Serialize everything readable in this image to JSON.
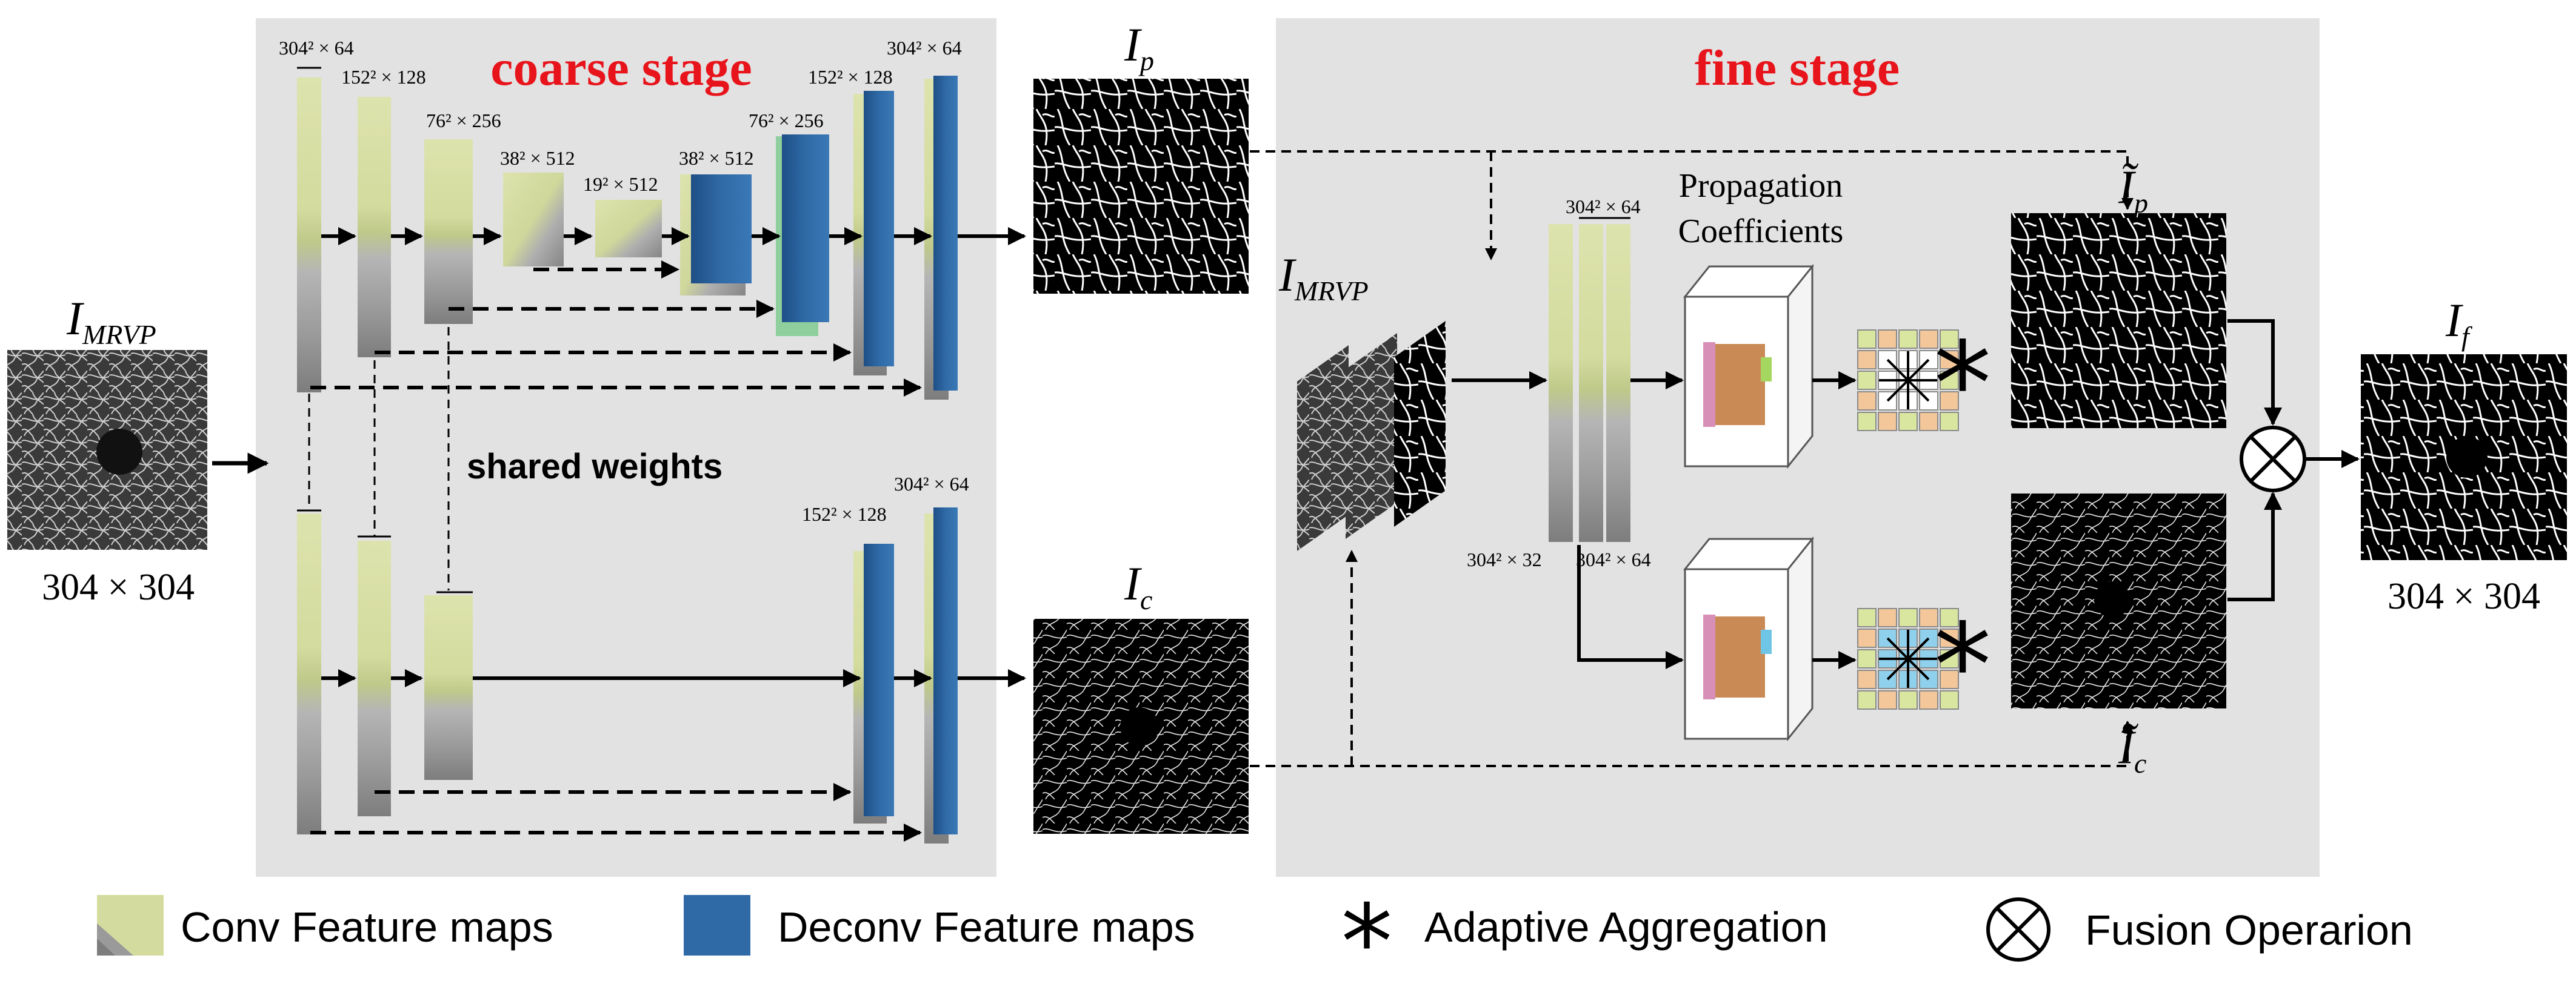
{
  "stages": {
    "coarse_title": "coarse stage",
    "fine_title": "fine stage",
    "title_color": "#e8141b",
    "panel_color": "#e2e2e2"
  },
  "images": {
    "input_label": "I",
    "input_sub": "MRVP",
    "input_size": "304 × 304",
    "ip_label": "I",
    "ip_sub": "p",
    "ic_label": "I",
    "ic_sub": "c",
    "fine_input_label": "I",
    "fine_input_sub": "MRVP",
    "ip_tilde_label": "Ĩ",
    "ip_tilde_sub": "p",
    "ic_tilde_label": "Ĩ",
    "ic_tilde_sub": "c",
    "if_label": "I",
    "if_sub": "f",
    "output_size": "304 × 304"
  },
  "coarse_dims": {
    "d1": "304² × 64",
    "d2": "152² × 128",
    "d3": "76² × 256",
    "d4": "38² × 512",
    "d5": "19² × 512",
    "d6": "38² × 512",
    "d7": "76² × 256",
    "d8": "152² × 128",
    "d9": "304² × 64",
    "lower_d1": "152² × 128",
    "lower_d2": "304² × 64"
  },
  "shared_weights": "shared weights",
  "fine_dims": {
    "top": "304² × 64",
    "bottom_left": "304² × 32",
    "bottom_right": "304² × 64"
  },
  "propagation_label_1": "Propagation",
  "propagation_label_2": "Coefficients",
  "legend": {
    "conv": "Conv Feature maps",
    "deconv": "Deconv Feature maps",
    "aggregation": "Adaptive Aggregation",
    "fusion": "Fusion Operarion"
  },
  "colors": {
    "conv_light": "#d8dfa6",
    "conv_mid": "#bfc98a",
    "conv_grey": "#a3a3a3",
    "conv_dark": "#7f7f7f",
    "deconv": "#2f6aa6",
    "deconv_dark": "#1e4f82"
  }
}
